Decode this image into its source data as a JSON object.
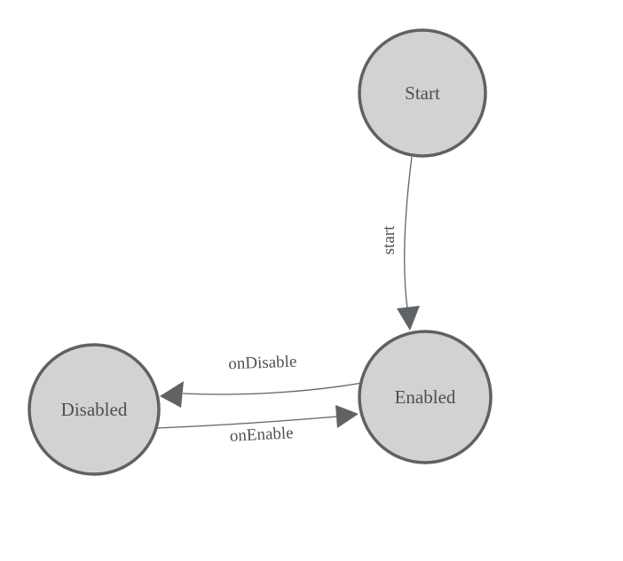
{
  "diagram": {
    "type": "state-machine",
    "colors": {
      "background": "#ffffff",
      "node_fill": "#d2d2d2",
      "node_stroke": "#5f6163",
      "edge_color": "#606366",
      "node_text_color": "#4b4f54",
      "edge_text_color": "#4e5256"
    },
    "nodes": [
      {
        "id": "start",
        "label": "Start"
      },
      {
        "id": "enabled",
        "label": "Enabled"
      },
      {
        "id": "disabled",
        "label": "Disabled"
      }
    ],
    "edges": [
      {
        "from": "start",
        "to": "enabled",
        "label": "start"
      },
      {
        "from": "enabled",
        "to": "disabled",
        "label": "onDisable"
      },
      {
        "from": "disabled",
        "to": "enabled",
        "label": "onEnable"
      }
    ]
  }
}
